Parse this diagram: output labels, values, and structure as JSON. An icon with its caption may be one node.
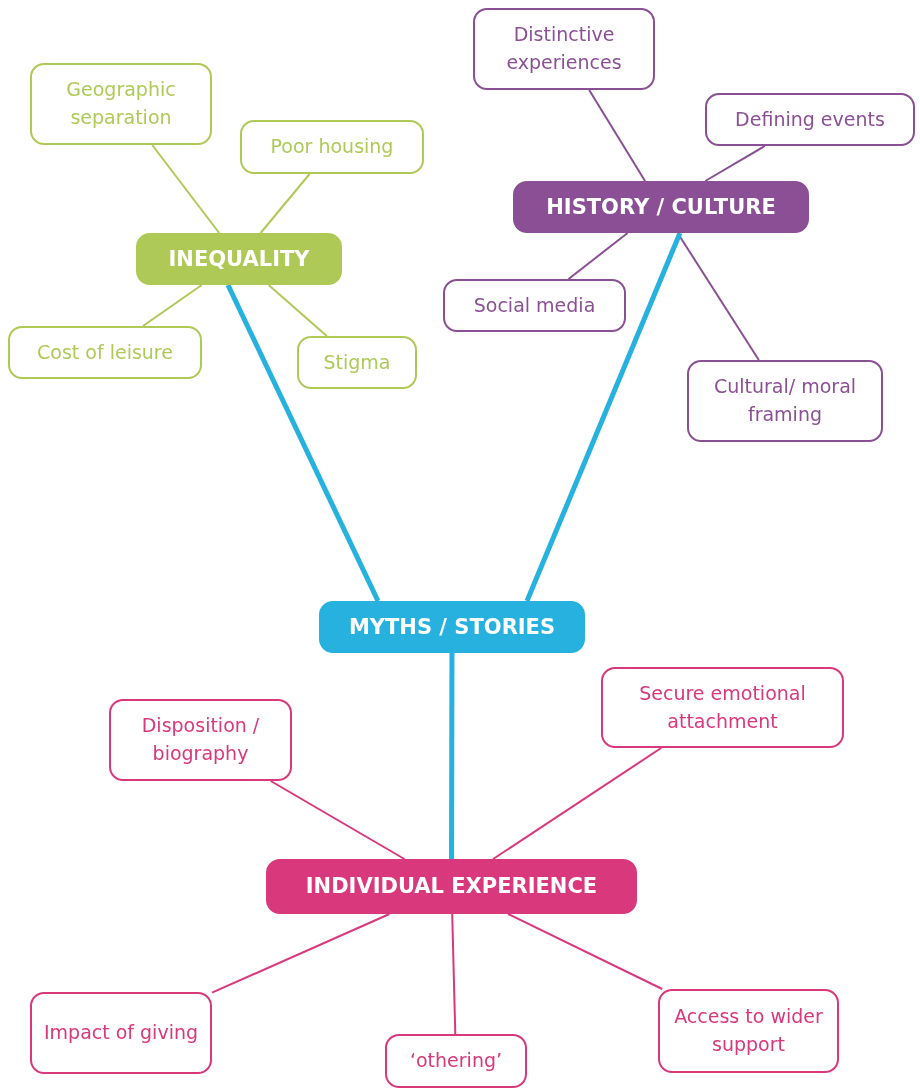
{
  "diagram": {
    "nodes": [
      {
        "text": [
          "INEQUALITY"
        ]
      },
      {
        "text": [
          "Geographic separation"
        ]
      },
      {
        "text": [
          "Poor housing"
        ]
      },
      {
        "text": [
          "Cost of leisure"
        ]
      },
      {
        "text": [
          "Stigma"
        ]
      },
      {
        "text": [
          "HISTORY / CULTURE"
        ]
      },
      {
        "text": [
          "Distinctive experiences"
        ]
      },
      {
        "text": [
          "Defining events"
        ]
      },
      {
        "text": [
          "Social media"
        ]
      },
      {
        "text": [
          "Cultural/ moral framing"
        ]
      },
      {
        "text": [
          "MYTHS / STORIES"
        ]
      },
      {
        "text": [
          "INDIVIDUAL EXPERIENCE"
        ]
      },
      {
        "text": [
          "Disposition / biography"
        ]
      },
      {
        "text": [
          "Secure emotional attachment"
        ]
      },
      {
        "text": [
          "Impact of giving"
        ]
      },
      {
        "text": [
          "‘othering’"
        ]
      },
      {
        "text": [
          "Access to wider support"
        ]
      }
    ],
    "edges": [
      {
        "from": 0,
        "to": 1,
        "arrow": "none",
        "color": "#afc957"
      },
      {
        "from": 0,
        "to": 2,
        "arrow": "none",
        "color": "#afc957"
      },
      {
        "from": 0,
        "to": 3,
        "arrow": "none",
        "color": "#afc957"
      },
      {
        "from": 0,
        "to": 4,
        "arrow": "none",
        "color": "#afc957"
      },
      {
        "from": 5,
        "to": 6,
        "arrow": "none",
        "color": "#8b4f96"
      },
      {
        "from": 5,
        "to": 7,
        "arrow": "none",
        "color": "#8b4f96"
      },
      {
        "from": 5,
        "to": 8,
        "arrow": "none",
        "color": "#8b4f96"
      },
      {
        "from": 5,
        "to": 9,
        "arrow": "none",
        "color": "#8b4f96"
      },
      {
        "from": 0,
        "to": 10,
        "arrow": "none",
        "style": "thick",
        "color": "#27b1df"
      },
      {
        "from": 5,
        "to": 10,
        "arrow": "none",
        "style": "thick",
        "color": "#27b1df"
      },
      {
        "from": 10,
        "to": 11,
        "arrow": "none",
        "style": "thick",
        "color": "#27b1df"
      },
      {
        "from": 11,
        "to": 12,
        "arrow": "none",
        "color": "#d9387c"
      },
      {
        "from": 11,
        "to": 13,
        "arrow": "none",
        "color": "#d9387c"
      },
      {
        "from": 11,
        "to": 14,
        "arrow": "none",
        "color": "#d9387c"
      },
      {
        "from": 11,
        "to": 15,
        "arrow": "none",
        "color": "#d9387c"
      },
      {
        "from": 11,
        "to": 16,
        "arrow": "none",
        "color": "#d9387c"
      }
    ]
  }
}
